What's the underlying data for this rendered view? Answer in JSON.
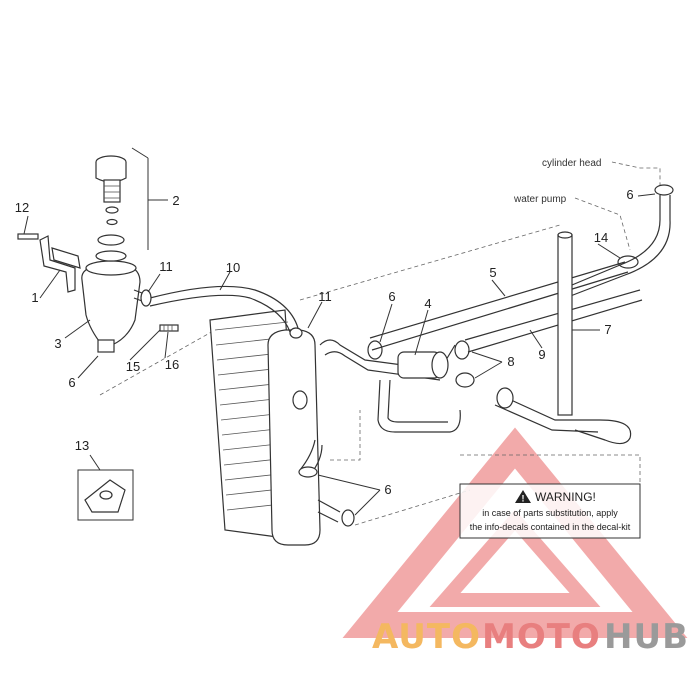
{
  "callouts": {
    "c1": "1",
    "c2": "2",
    "c3": "3",
    "c4": "4",
    "c5": "5",
    "c6a": "6",
    "c6b": "6",
    "c6c": "6",
    "c6d": "6",
    "c7": "7",
    "c8": "8",
    "c9": "9",
    "c10": "10",
    "c11a": "11",
    "c11b": "11",
    "c12": "12",
    "c13": "13",
    "c14": "14",
    "c15": "15",
    "c16": "16"
  },
  "labels": {
    "cylinder_head": "cylinder head",
    "water_pump": "water pump"
  },
  "warning": {
    "title": "WARNING!",
    "line1": "in case of parts substitution, apply",
    "line2": "the info-decals contained in the decal-kit"
  },
  "watermark": {
    "part1": "AUTO",
    "part2": "MOTO",
    "part3": "HUB",
    "color1": "#f4b860",
    "color2": "#e87f7f",
    "color3": "#9a9a9a"
  }
}
